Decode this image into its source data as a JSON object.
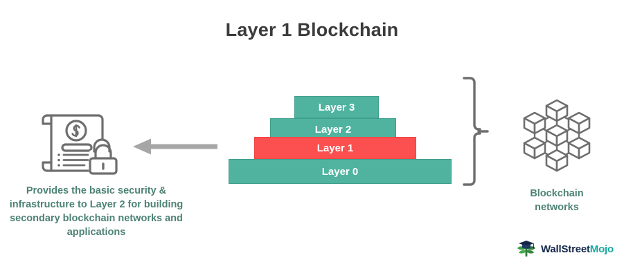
{
  "page": {
    "title": "Layer 1 Blockchain",
    "background": "#ffffff"
  },
  "colors": {
    "teal": "#4FB3A0",
    "teal_border": "#3f9e8c",
    "red": "#FC4F4F",
    "red_border": "#ef4545",
    "caption_green": "#4c8274",
    "title_gray": "#3b3b3b",
    "icon_gray": "#6e6e6e",
    "arrow_gray": "#a6a6a6",
    "logo_navy": "#14274a",
    "logo_teal": "#13a89e"
  },
  "pyramid": {
    "layers": [
      {
        "label": "Layer 3",
        "color": "#4FB3A0",
        "highlighted": false
      },
      {
        "label": "Layer 2",
        "color": "#4FB3A0",
        "highlighted": false
      },
      {
        "label": "Layer 1",
        "color": "#FC4F4F",
        "highlighted": true
      },
      {
        "label": "Layer 0",
        "color": "#4FB3A0",
        "highlighted": false
      }
    ]
  },
  "left_annotation": {
    "icon": "document-dollar-lock-icon",
    "caption": "Provides the basic security & infrastructure to Layer 2 for building secondary blockchain networks and applications",
    "arrow": "arrow-left-icon"
  },
  "right_annotation": {
    "icon": "blockchain-network-cubes-icon",
    "bracket": "curly-brace-right-icon",
    "caption_line1": "Blockchain",
    "caption_line2": "networks"
  },
  "logo": {
    "mark": "wallstreetmojo-logo-icon",
    "text_primary": "WallStreet",
    "text_accent": "Mojo"
  }
}
